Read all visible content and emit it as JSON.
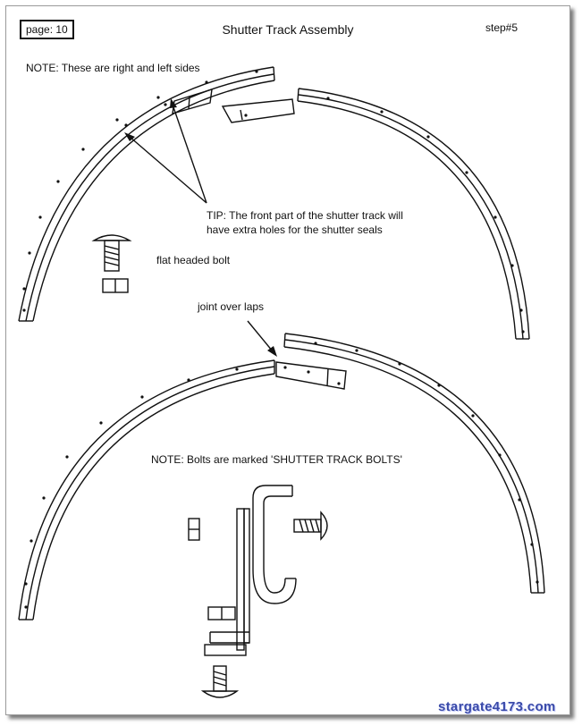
{
  "header": {
    "page_label": "page: 10",
    "title": "Shutter Track Assembly",
    "step": "step#5"
  },
  "notes": {
    "sides_note": "NOTE: These are right and left sides",
    "tip_line1": "TIP: The front part of the shutter track will",
    "tip_line2": "have extra holes for the shutter seals",
    "bolt_label": "flat headed bolt",
    "joint_label": "joint over laps",
    "bolts_marked_note": "NOTE: Bolts are marked 'SHUTTER TRACK BOLTS'"
  },
  "watermark": "stargate4173.com"
}
